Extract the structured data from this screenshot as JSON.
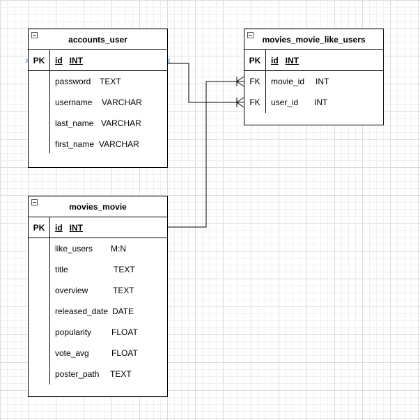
{
  "tables": {
    "accounts_user": {
      "title": "accounts_user",
      "pk": {
        "key": "PK",
        "name": "id",
        "type": "INT"
      },
      "fields": [
        {
          "name": "password",
          "type": "TEXT"
        },
        {
          "name": "username",
          "type": "VARCHAR"
        },
        {
          "name": "last_name",
          "type": "VARCHAR"
        },
        {
          "name": "first_name",
          "type": "VARCHAR"
        }
      ]
    },
    "movies_movie_like_users": {
      "title": "movies_movie_like_users",
      "pk": {
        "key": "PK",
        "name": "id",
        "type": "INT"
      },
      "fields": [
        {
          "key": "FK",
          "name": "movie_id",
          "type": "INT"
        },
        {
          "key": "FK",
          "name": "user_id",
          "type": "INT"
        }
      ]
    },
    "movies_movie": {
      "title": "movies_movie",
      "pk": {
        "key": "PK",
        "name": "id",
        "type": "INT"
      },
      "fields": [
        {
          "name": "like_users",
          "type": "M:N"
        },
        {
          "name": "title",
          "type": "TEXT"
        },
        {
          "name": "overview",
          "type": "TEXT"
        },
        {
          "name": "released_date",
          "type": "DATE"
        },
        {
          "name": "popularity",
          "type": "FLOAT"
        },
        {
          "name": "vote_avg",
          "type": "FLOAT"
        },
        {
          "name": "poster_path",
          "type": "TEXT"
        }
      ]
    }
  },
  "relations": [
    {
      "from": "accounts_user.id",
      "to": "movies_movie_like_users.user_id",
      "cardinality": "one-to-many"
    },
    {
      "from": "movies_movie.id",
      "to": "movies_movie_like_users.movie_id",
      "cardinality": "one-to-many"
    }
  ]
}
